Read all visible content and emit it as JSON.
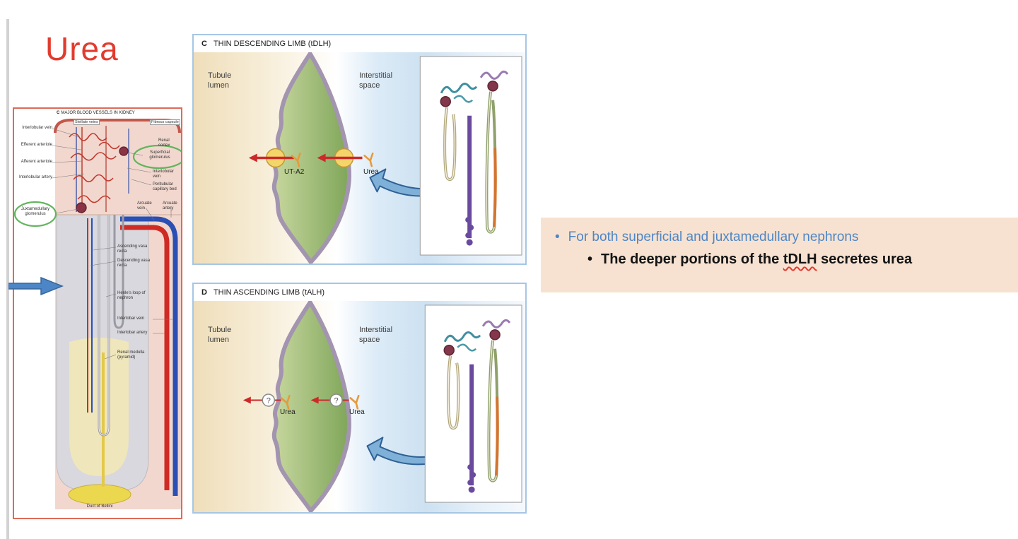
{
  "colors": {
    "title_red": "#e23b2e",
    "bullet_blue": "#4e86c6",
    "notes_bg": "#f7e2d1",
    "panel_border": "#a6c6e4",
    "figure_border": "#dd6b57",
    "cell_green": "#8fae63",
    "membrane_purple": "#a394b0",
    "transporter_yellow": "#f4d569",
    "urea_orange": "#e69a3a",
    "arrow_blue": "#7fb0d8"
  },
  "slide": {
    "title": "Urea",
    "bullet_char": "•"
  },
  "notes": {
    "line1": "For both superficial and juxtamedullary nephrons",
    "line2_prefix": "The deeper portions of the ",
    "line2_term": "tDLH",
    "line2_suffix": " secretes urea"
  },
  "kidney_figure": {
    "letter": "C",
    "caption": "MAJOR BLOOD VESSELS IN KIDNEY",
    "box_labels": [
      "Stellate veins",
      "Fibrous capsule"
    ],
    "labels": [
      "Interlobular vein",
      "Efferent arteriole",
      "Afferent arteriole",
      "Interlobular artery",
      "Juxtamedullary glomerulus",
      "Renal cortex",
      "Superficial glomerulus",
      "Interlobular vein",
      "Peritubular capillary bed",
      "Arcuate vein",
      "Arcuate artery",
      "Ascending vasa recta",
      "Descending vasa recta",
      "Henle's loop of nephron",
      "Interlobar vein",
      "Interlobar artery",
      "Renal medulla (pyramid)",
      "Duct of Bellini"
    ]
  },
  "panel_c": {
    "letter": "C",
    "title": "THIN DESCENDING LIMB (tDLH)",
    "lumen_label": "Tubule lumen",
    "interstitial_label": "Interstitial space",
    "transporter_label": "UT-A2",
    "urea_label": "Urea"
  },
  "panel_d": {
    "letter": "D",
    "title": "THIN ASCENDING LIMB (tALH)",
    "lumen_label": "Tubule lumen",
    "interstitial_label": "Interstitial space",
    "question_mark": "?",
    "urea_label_left": "Urea",
    "urea_label_right": "Urea"
  }
}
